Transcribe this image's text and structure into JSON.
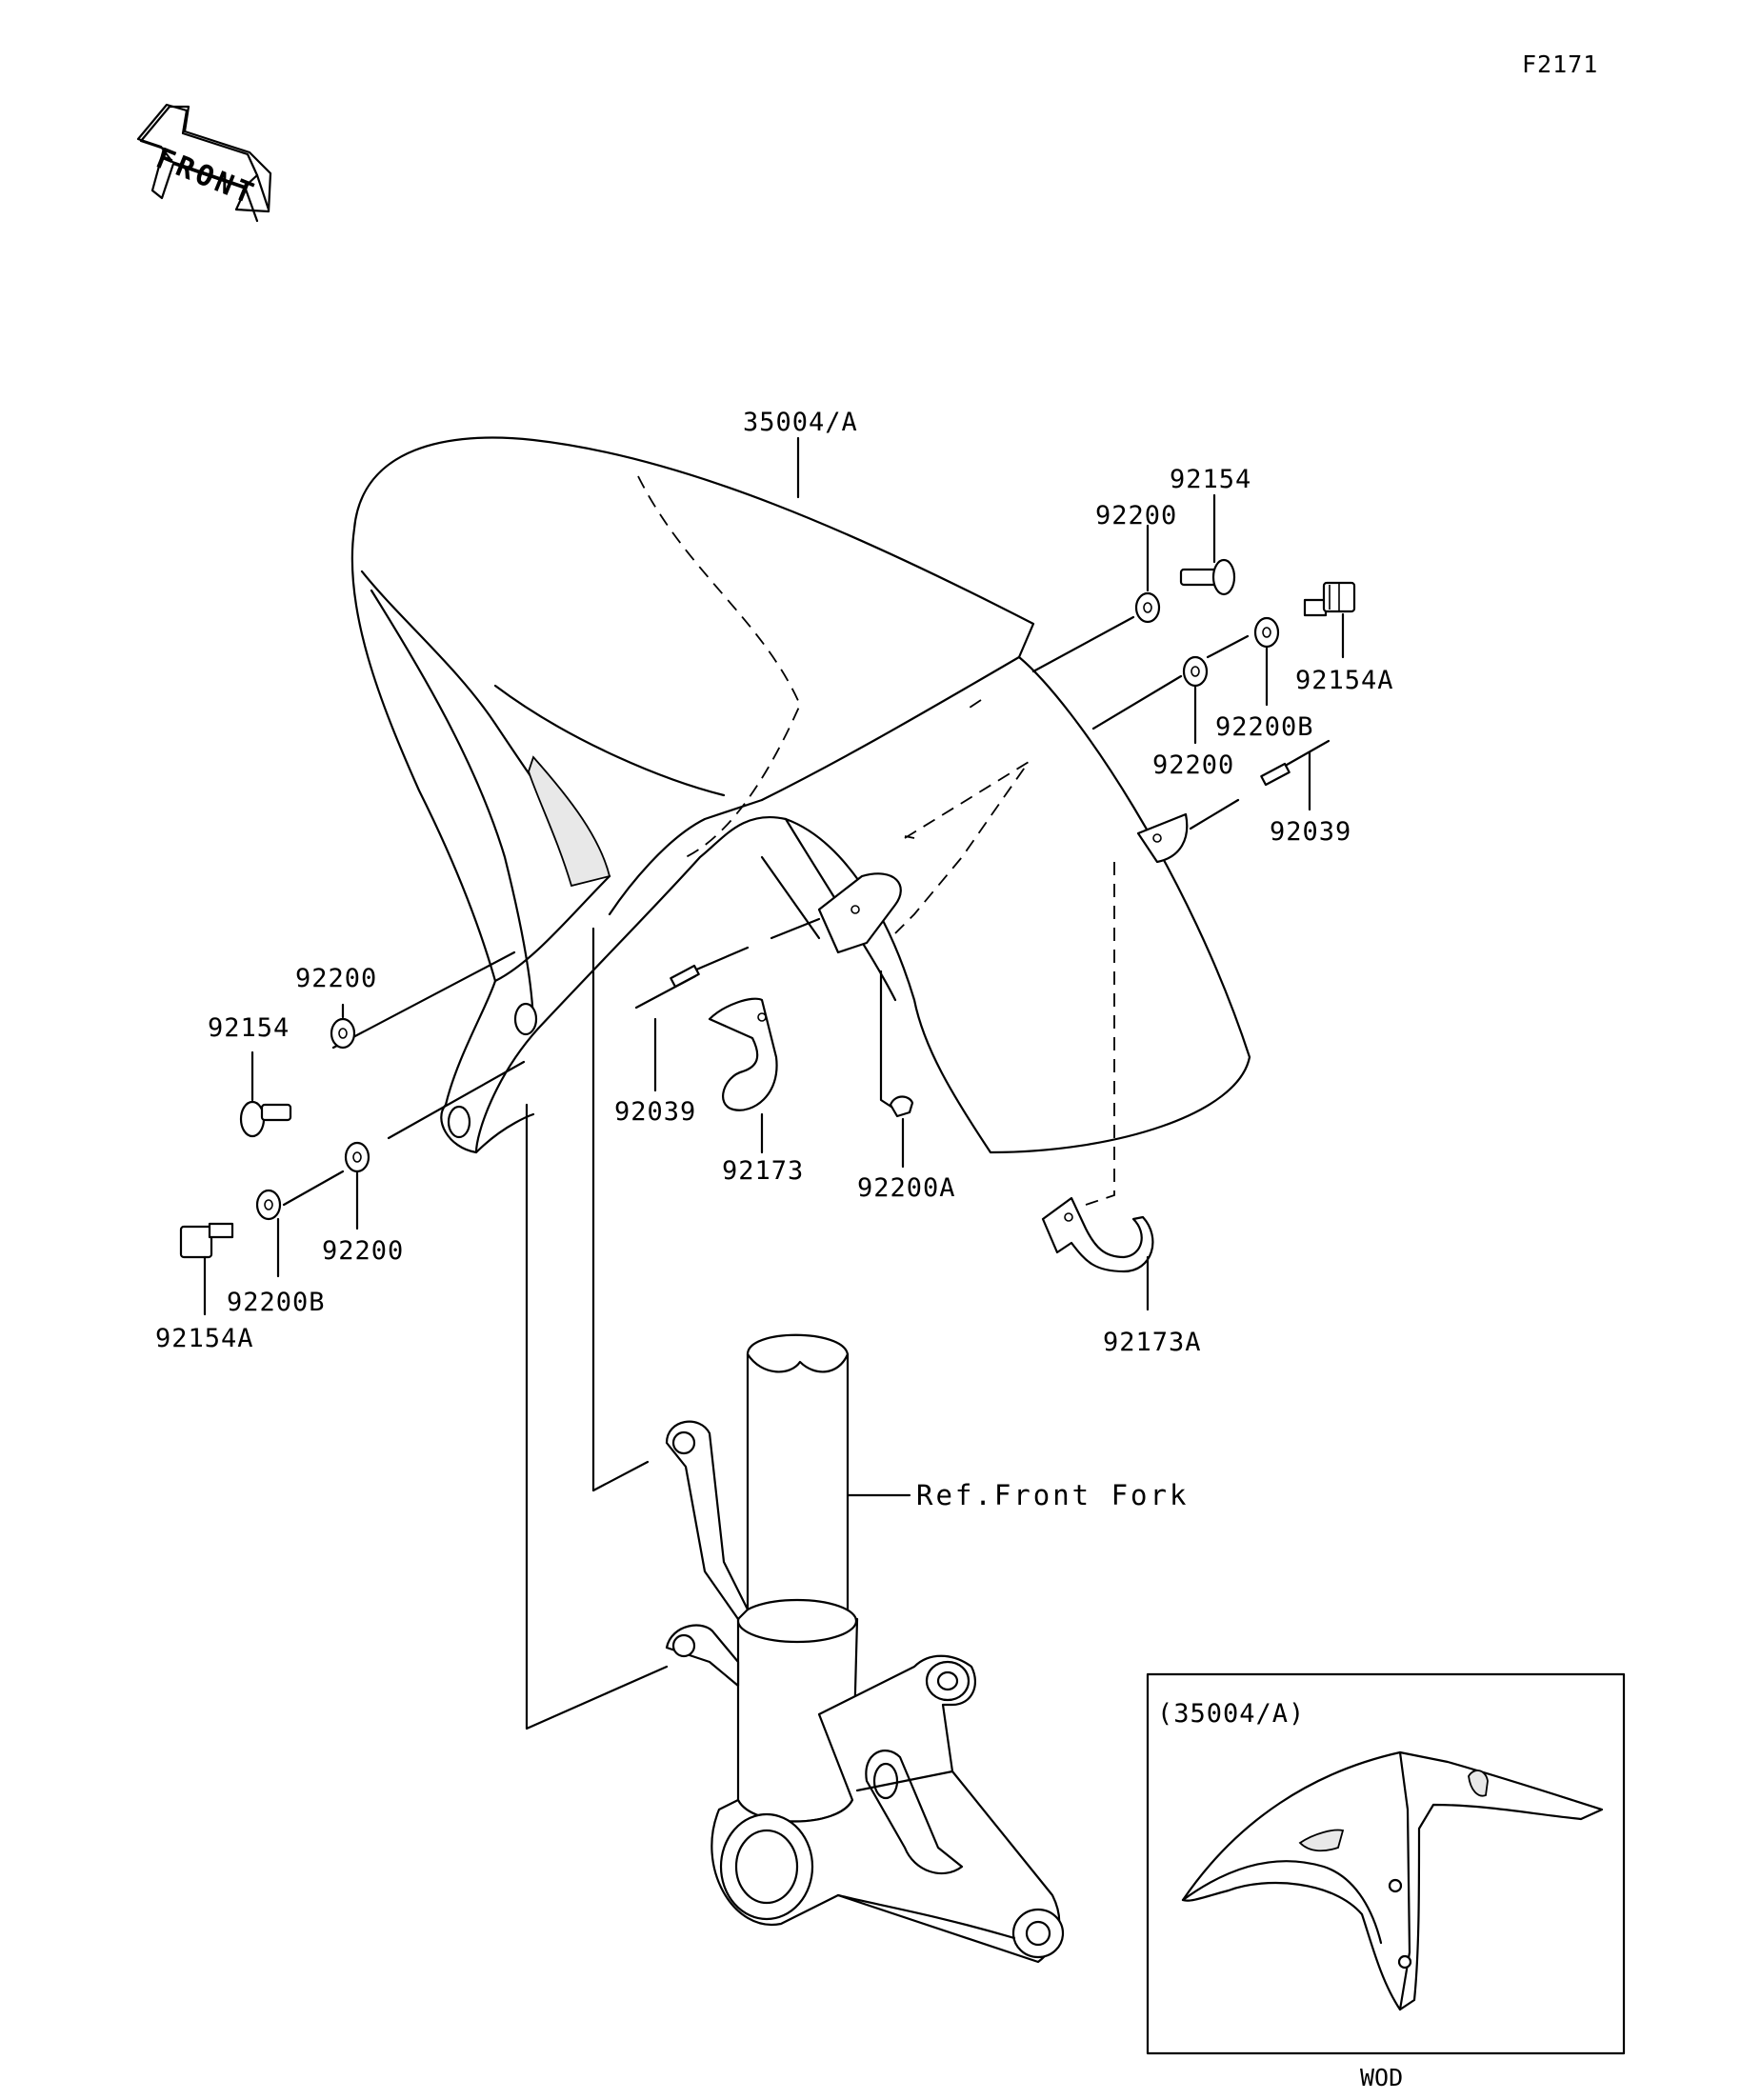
{
  "figure_id": "F2171",
  "front_arrow": {
    "text": "FRONT",
    "icon": "front-direction-arrow-icon"
  },
  "parts": [
    {
      "number": "35004/A"
    },
    {
      "number": "92154"
    },
    {
      "number": "92200"
    },
    {
      "number": "92154A"
    },
    {
      "number": "92200B"
    },
    {
      "number": "92200"
    },
    {
      "number": "92039"
    },
    {
      "number": "92200"
    },
    {
      "number": "92154"
    },
    {
      "number": "92039"
    },
    {
      "number": "92173"
    },
    {
      "number": "92200A"
    },
    {
      "number": "92200"
    },
    {
      "number": "92200B"
    },
    {
      "number": "92154A"
    },
    {
      "number": "92173A"
    }
  ],
  "reference": {
    "text": "Ref.Front Fork"
  },
  "inset": {
    "title": "(35004/A)",
    "caption": "WOD"
  }
}
